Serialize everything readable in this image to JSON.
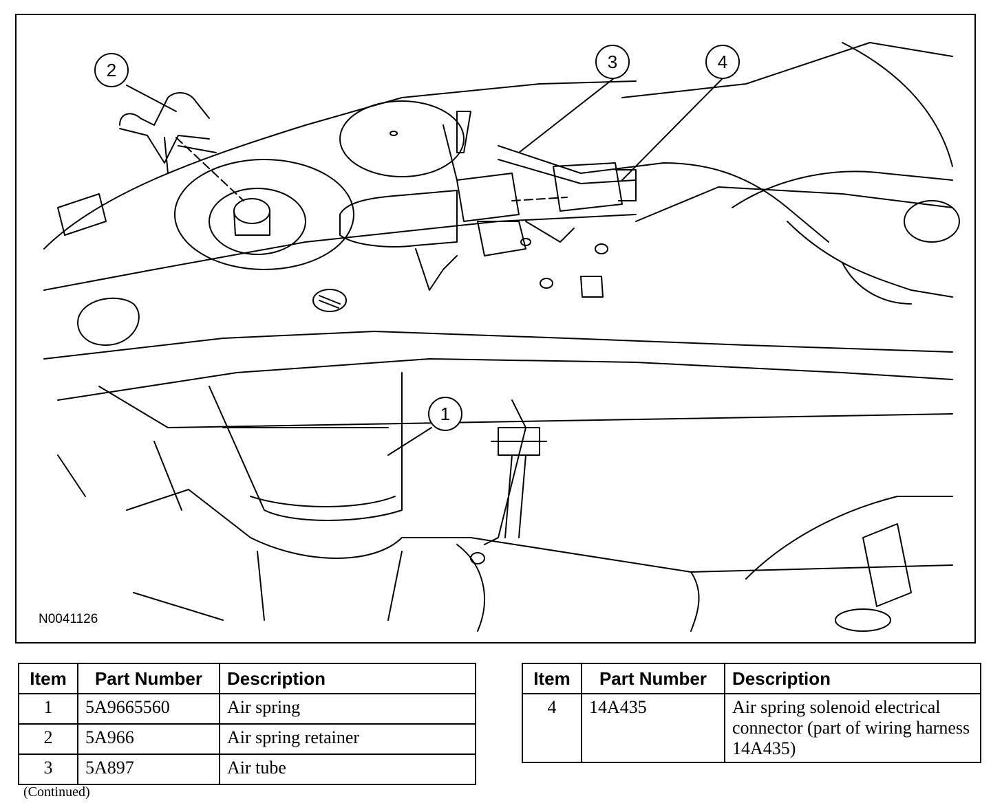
{
  "figure": {
    "id_label": "N0041126",
    "callouts": [
      "1",
      "2",
      "3",
      "4"
    ]
  },
  "tables": {
    "headers": {
      "item": "Item",
      "part_number": "Part Number",
      "description": "Description"
    },
    "left": {
      "rows": [
        {
          "item": "1",
          "part_number": "5A9665560",
          "description": "Air spring"
        },
        {
          "item": "2",
          "part_number": "5A966",
          "description": "Air spring retainer"
        },
        {
          "item": "3",
          "part_number": "5A897",
          "description": "Air tube"
        }
      ]
    },
    "right": {
      "rows": [
        {
          "item": "4",
          "part_number": "14A435",
          "description": "Air spring solenoid electrical connector (part of wiring harness 14A435)"
        }
      ]
    }
  },
  "footer": {
    "continued": "(Continued)"
  }
}
